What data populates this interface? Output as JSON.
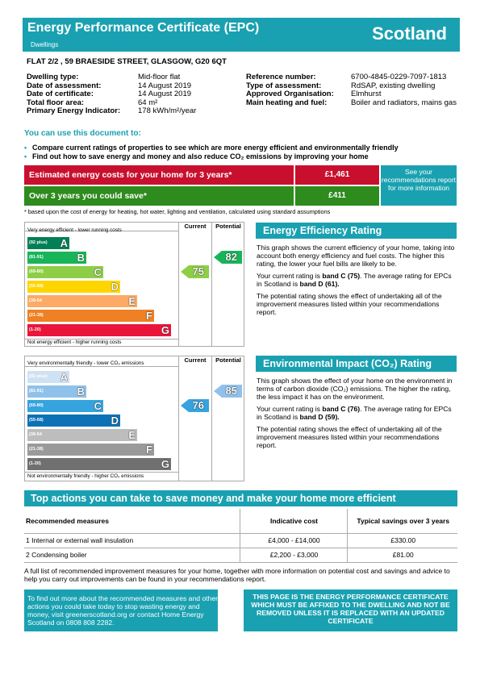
{
  "header": {
    "title": "Energy Performance Certificate (EPC)",
    "subtitle": "Dwellings",
    "region": "Scotland"
  },
  "address": "FLAT 2/2 , 59 BRAESIDE STREET, GLASGOW, G20 6QT",
  "info_left": [
    {
      "label": "Dwelling type:",
      "value": "Mid-floor flat"
    },
    {
      "label": "Date of assessment:",
      "value": "14 August 2019"
    },
    {
      "label": "Date of certificate:",
      "value": "14 August 2019"
    },
    {
      "label": "Total floor area:",
      "value": "64 m²"
    },
    {
      "label": "Primary Energy Indicator:",
      "value": "178 kWh/m²/year"
    }
  ],
  "info_right": [
    {
      "label": "Reference number:",
      "value": "6700-4845-0229-7097-1813"
    },
    {
      "label": "Type of assessment:",
      "value": "RdSAP, existing dwelling"
    },
    {
      "label": "Approved Organisation:",
      "value": "Elmhurst"
    },
    {
      "label": "Main heating and fuel:",
      "value": "Boiler and radiators, mains gas"
    }
  ],
  "use_heading": "You can use this document to:",
  "bullets": [
    "Compare current ratings of properties to see which are more energy efficient and environmentally friendly",
    "Find out how to save energy and money and also reduce CO₂ emissions by improving your home"
  ],
  "costs": {
    "estimated_label": "Estimated energy costs for your home for 3 years*",
    "estimated_value": "£1,461",
    "saving_label": "Over 3 years you could save*",
    "saving_value": "£411",
    "see_box": "See your recommendations report for more information",
    "footnote": "* based upon the cost of energy for heating, hot water, lighting and ventilation, calculated using standard assumptions"
  },
  "energy_chart": {
    "col_current": "Current",
    "col_potential": "Potential",
    "top_text": "Very energy efficient - lower running costs",
    "bottom_text": "Not energy efficient - higher running costs",
    "bands": [
      {
        "range": "(92 plus)",
        "letter": "A",
        "color": "#008054"
      },
      {
        "range": "(81-91)",
        "letter": "B",
        "color": "#19b459"
      },
      {
        "range": "(69-80)",
        "letter": "C",
        "color": "#8dce46"
      },
      {
        "range": "(55-68)",
        "letter": "D",
        "color": "#ffd500"
      },
      {
        "range": "(39-54",
        "letter": "E",
        "color": "#fcaa65"
      },
      {
        "range": "(21-38)",
        "letter": "F",
        "color": "#ef8023"
      },
      {
        "range": "(1-20)",
        "letter": "G",
        "color": "#e9153b"
      }
    ],
    "current": 75,
    "current_color": "#8dce46",
    "potential": 82,
    "potential_color": "#19b459"
  },
  "environment_chart": {
    "col_current": "Current",
    "col_potential": "Potential",
    "top_text": "Very environmentally friendly - lower CO₂ emissions",
    "bottom_text": "Not environmentally friendly - higher CO₂ emissions",
    "bands": [
      {
        "range": "(92 plus)",
        "letter": "A",
        "color": "#cfe2f3"
      },
      {
        "range": "(81-91)",
        "letter": "B",
        "color": "#8fc1ea"
      },
      {
        "range": "(69-80)",
        "letter": "C",
        "color": "#35a3de"
      },
      {
        "range": "(55-68)",
        "letter": "D",
        "color": "#0c72b5"
      },
      {
        "range": "(39-54",
        "letter": "E",
        "color": "#bdbdbd"
      },
      {
        "range": "(21-38)",
        "letter": "F",
        "color": "#9a9a9a"
      },
      {
        "range": "(1-20)",
        "letter": "G",
        "color": "#707070"
      }
    ],
    "current": 76,
    "current_color": "#35a3de",
    "potential": 85,
    "potential_color": "#8fc1ea"
  },
  "eer": {
    "heading": "Energy Efficiency Rating",
    "p1": "This graph shows the current efficiency of your home, taking into account both energy efficiency and fuel costs. The higher this rating, the lower your fuel bills are likely to be.",
    "p2a": "Your current rating is ",
    "p2b": "band C (75)",
    "p2c": ". The average rating for EPCs in Scotland is ",
    "p2d": "band D (61).",
    "p3": "The potential rating shows the effect of undertaking all of the improvement measures listed within your recommendations report."
  },
  "eir": {
    "heading": "Environmental Impact (CO₂) Rating",
    "p1": "This graph shows the effect of your home on the environment in terms of carbon dioxide (CO₂) emissions. The higher the rating, the less impact it has on the environment.",
    "p2a": "Your current rating is ",
    "p2b": "band C (76)",
    "p2c": ". The average rating for EPCs in Scotland is ",
    "p2d": "band D (59).",
    "p3": "The potential rating shows the effect of undertaking all of the improvement measures listed within your recommendations report."
  },
  "actions": {
    "heading": "Top actions you can take to save money and make your home more efficient",
    "col1": "Recommended measures",
    "col2": "Indicative cost",
    "col3": "Typical savings over 3 years",
    "rows": [
      {
        "measure": "1 Internal or external wall insulation",
        "cost": "£4,000 - £14,000",
        "saving": "£330.00"
      },
      {
        "measure": "2 Condensing boiler",
        "cost": "£2,200 - £3,000",
        "saving": "£81.00"
      }
    ],
    "full_list": "A full list of recommended improvement measures for your home, together with more information on potential cost and savings and advice to help you carry out improvements can be found in your recommendations report."
  },
  "find_box": "To find out more about the recommended measures and other actions you could take today to stop wasting energy and money, visit greenerscotland.org or contact Home Energy Scotland on 0808 808 2282.",
  "cert_box": "THIS PAGE IS THE ENERGY PERFORMANCE CERTIFICATE WHICH MUST BE AFFIXED TO THE DWELLING AND NOT BE REMOVED UNLESS IT IS REPLACED WITH AN UPDATED CERTIFICATE"
}
